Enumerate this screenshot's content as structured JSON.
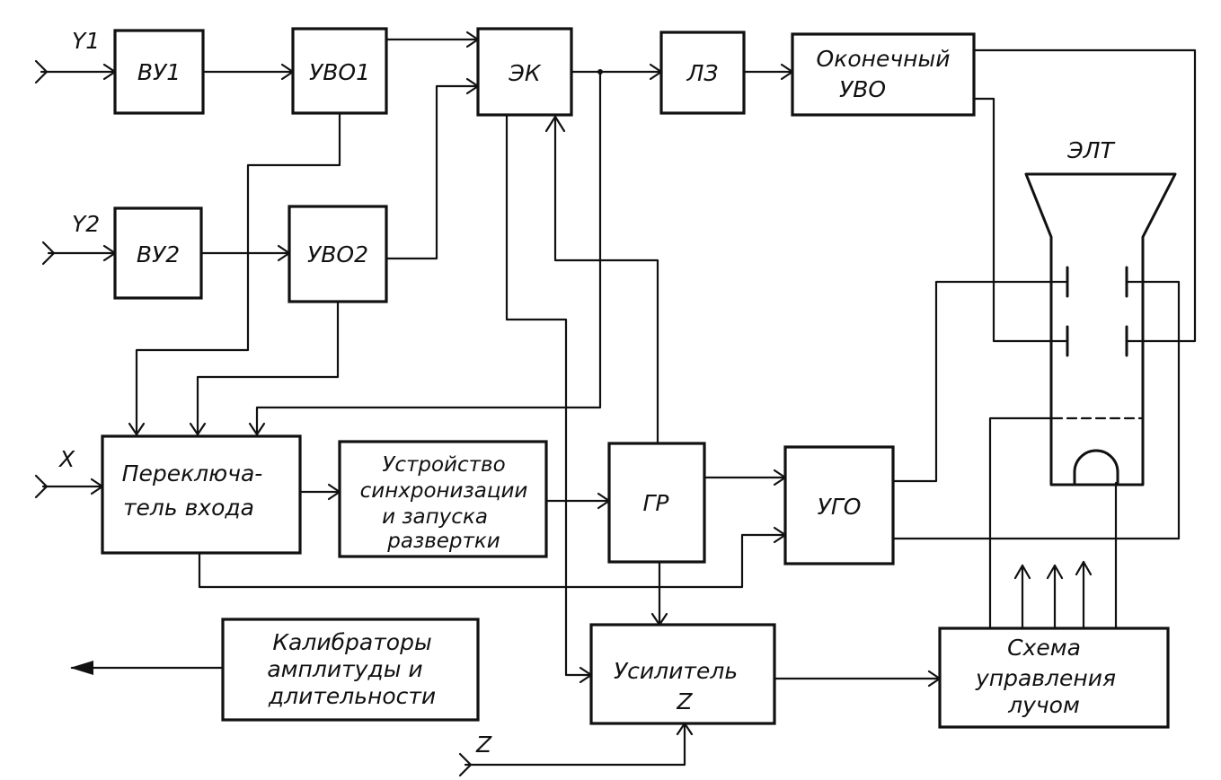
{
  "inputs": {
    "y1": "Y1",
    "y2": "Y2",
    "x": "X",
    "z": "Z"
  },
  "blocks": {
    "vu1": "ВУ1",
    "uvo1": "УВО1",
    "vu2": "ВУ2",
    "uvo2": "УВО2",
    "ek": "ЭК",
    "lz": "ЛЗ",
    "final_uvo": [
      "Оконечный",
      "УВО"
    ],
    "elt": "ЭЛТ",
    "input_switch": [
      "Переключа-",
      "тель входа"
    ],
    "sync_device": [
      "Устройство",
      "синхронизации",
      "и запуска",
      "развертки"
    ],
    "gr": "ГР",
    "ugo": "УГО",
    "calibrators": [
      "Калибраторы",
      "амплитуды и",
      "длительности"
    ],
    "amp_z": [
      "Усилитель",
      "Z"
    ],
    "beam_control": [
      "Схема",
      "управления",
      "лучом"
    ]
  }
}
